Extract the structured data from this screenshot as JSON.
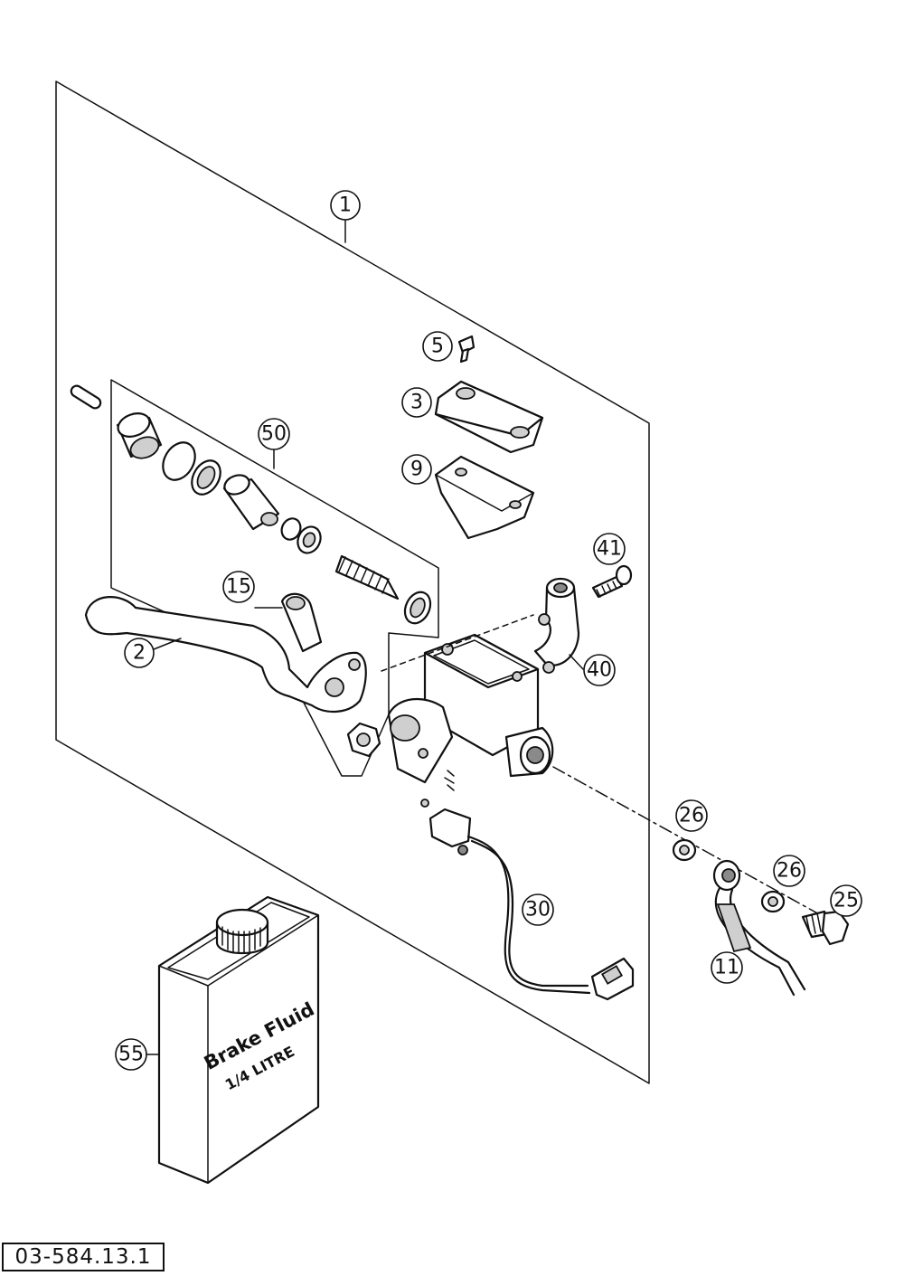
{
  "diagram": {
    "callouts": {
      "c1": "1",
      "c2": "2",
      "c3": "3",
      "c5": "5",
      "c9": "9",
      "c11": "11",
      "c15": "15",
      "c25": "25",
      "c26a": "26",
      "c26b": "26",
      "c30": "30",
      "c40": "40",
      "c41": "41",
      "c50": "50",
      "c55": "55"
    },
    "bottle_label": {
      "line1": "Brake Fluid",
      "line2": "1/4 LITRE"
    },
    "drawing_code": "03-584.13.1"
  }
}
